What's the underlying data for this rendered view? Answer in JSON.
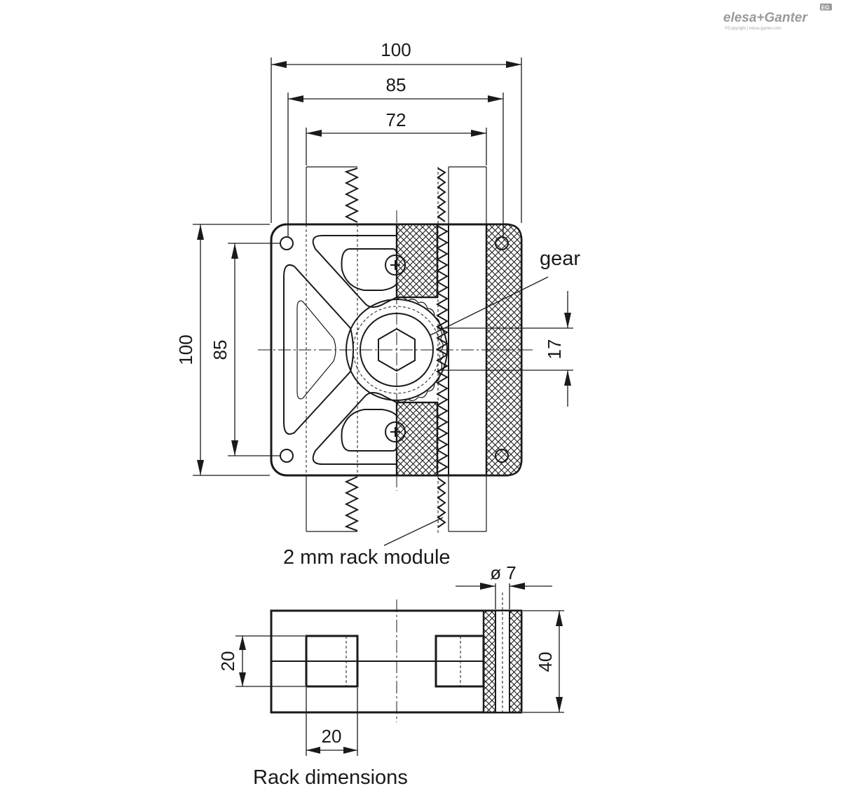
{
  "logo": {
    "brand": "elesa+Ganter",
    "badge": "EG",
    "copyright": "©Copyright | elesa-ganter.com"
  },
  "dimensions": {
    "top_overall": "100",
    "top_holes": "85",
    "top_inner": "72",
    "left_overall": "100",
    "left_holes": "85",
    "rack_width": "17",
    "hole_diameter": "ø 7",
    "side_height": "40",
    "rack_height": "20",
    "rack_length": "20"
  },
  "labels": {
    "gear": "gear",
    "rack_module": "2 mm rack module",
    "rack_dimensions": "Rack dimensions"
  }
}
